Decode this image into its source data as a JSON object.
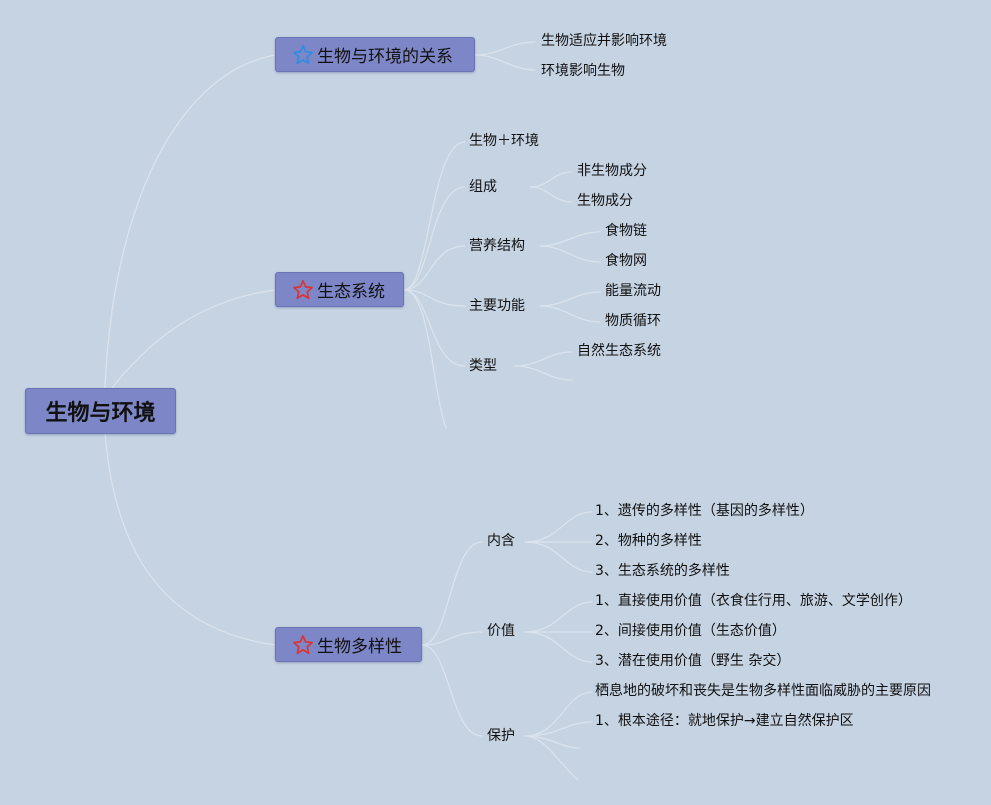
{
  "root": {
    "label": "生物与环境"
  },
  "branches": [
    {
      "label": "生物与环境的关系",
      "star": "blue-star-icon",
      "children": [
        "生物适应并影响环境",
        "环境影响生物"
      ]
    },
    {
      "label": "生态系统",
      "star": "red-star-icon",
      "children": [
        {
          "label": "生物＋环境"
        },
        {
          "label": "组成",
          "children": [
            "非生物成分",
            "生物成分"
          ]
        },
        {
          "label": "营养结构",
          "children": [
            "食物链",
            "食物网"
          ]
        },
        {
          "label": "主要功能",
          "children": [
            "能量流动",
            "物质循环"
          ]
        },
        {
          "label": "类型",
          "children": [
            "自然生态系统"
          ]
        }
      ]
    },
    {
      "label": "生物多样性",
      "star": "red-star-icon",
      "children": [
        {
          "label": "内含",
          "children": [
            "1、遗传的多样性（基因的多样性）",
            "2、物种的多样性",
            "3、生态系统的多样性"
          ]
        },
        {
          "label": "价值",
          "children": [
            "1、直接使用价值（衣食住行用、旅游、文学创作）",
            "2、间接使用价值（生态价值）",
            "3、潜在使用价值（野生 杂交）"
          ]
        },
        {
          "label": "保护",
          "children": [
            "栖息地的破坏和丧失是生物多样性面临威胁的主要原因",
            "1、根本途径：就地保护→建立自然保护区"
          ]
        }
      ]
    }
  ],
  "colors": {
    "background": "#c5d3e2",
    "box_fill": "#7d86c6",
    "star_blue": "#2f8de0",
    "star_red": "#d93434",
    "connector": "#dbe3ee"
  }
}
